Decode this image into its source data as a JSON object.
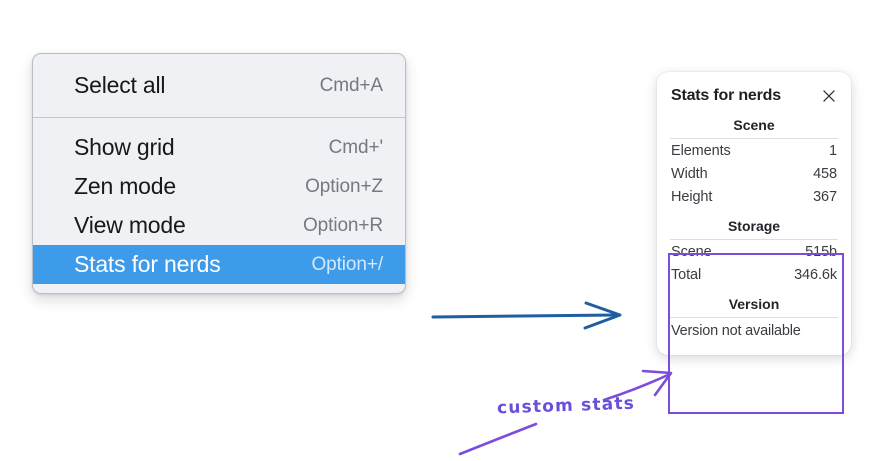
{
  "context_menu": {
    "name": "canvas-context-menu",
    "groups": [
      {
        "items": [
          {
            "label": "Select all",
            "shortcut": "Cmd+A",
            "selected": false
          }
        ]
      },
      {
        "items": [
          {
            "label": "Show grid",
            "shortcut": "Cmd+'",
            "selected": false
          },
          {
            "label": "Zen mode",
            "shortcut": "Option+Z",
            "selected": false
          },
          {
            "label": "View mode",
            "shortcut": "Option+R",
            "selected": false
          },
          {
            "label": "Stats for nerds",
            "shortcut": "Option+/",
            "selected": true
          }
        ]
      }
    ],
    "selected_bg": "#3d9bea",
    "menu_bg": "#eff1f4"
  },
  "stats_panel": {
    "title": "Stats for nerds",
    "close_icon": "close-icon",
    "sections": [
      {
        "heading": "Scene",
        "rows": [
          {
            "key": "Elements",
            "value": "1"
          },
          {
            "key": "Width",
            "value": "458"
          },
          {
            "key": "Height",
            "value": "367"
          }
        ]
      },
      {
        "heading": "Storage",
        "rows": [
          {
            "key": "Scene",
            "value": "515b"
          },
          {
            "key": "Total",
            "value": "346.6k"
          }
        ]
      },
      {
        "heading": "Version",
        "note": "Version not available"
      }
    ]
  },
  "annotations": {
    "blue_arrow": {
      "name": "flow-arrow",
      "color": "#1f5fa0"
    },
    "purple_arrow": {
      "name": "callout-arrow",
      "color": "#7c4ddb"
    },
    "highlight_box": {
      "name": "custom-stats-highlight",
      "color": "#7c4ddb"
    },
    "label": "custom stats",
    "label_color": "#6b4fd8"
  }
}
